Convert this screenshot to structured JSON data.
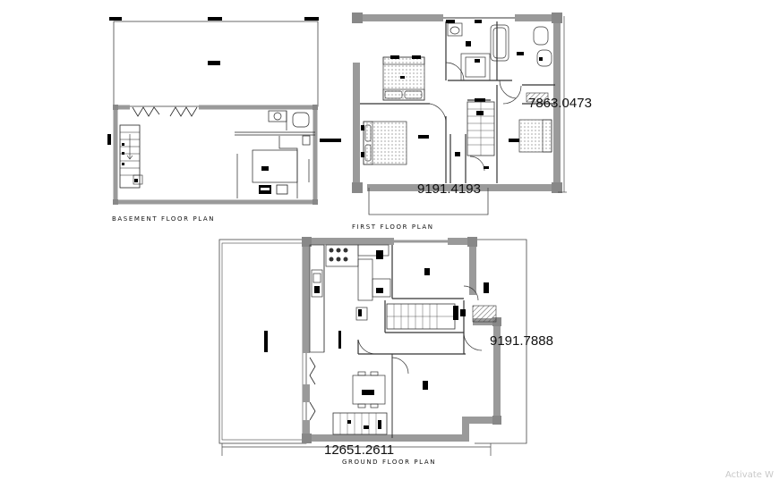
{
  "plans": {
    "basement": {
      "title": "BASEMENT FLOOR PLAN"
    },
    "first": {
      "title": "FIRST FLOOR PLAN",
      "dim_width": "9191.4193",
      "dim_depth": "7863.0473"
    },
    "ground": {
      "title": "GROUND FLOOR PLAN",
      "dim_width": "12651.2611",
      "dim_depth": "9191.7888"
    }
  },
  "watermark": "Activate W",
  "colors": {
    "wall": "#9a9a9a",
    "line": "#222222",
    "tag": "#000000"
  }
}
